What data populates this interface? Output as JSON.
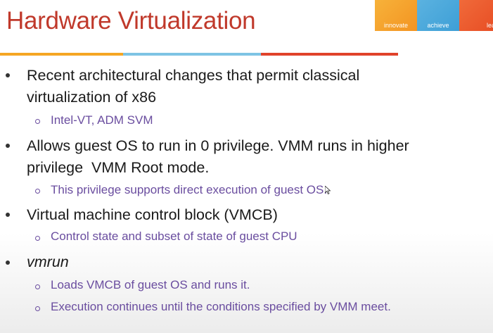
{
  "slide": {
    "title": "Hardware Virtualization",
    "brand": {
      "segments": [
        "innovate",
        "achieve",
        "lead"
      ]
    },
    "bullets": [
      {
        "text_line1": "Recent architectural changes that permit classical",
        "text_line2": "virtualization of x86",
        "sub": [
          "Intel-VT, ADM SVM"
        ]
      },
      {
        "text_line1": "Allows guest OS to run in 0 privilege. VMM runs in higher",
        "text_line2": "privilege  VMM Root mode.",
        "sub": [
          "This privilege supports direct execution of guest OS."
        ]
      },
      {
        "text_line1": "Virtual machine control block (VMCB)",
        "sub": [
          "Control state and subset of state of guest CPU"
        ]
      },
      {
        "text_line1": "vmrun",
        "sub": [
          "Loads VMCB of guest OS and runs it.",
          "Execution continues until the conditions specified by VMM meet."
        ]
      }
    ]
  }
}
